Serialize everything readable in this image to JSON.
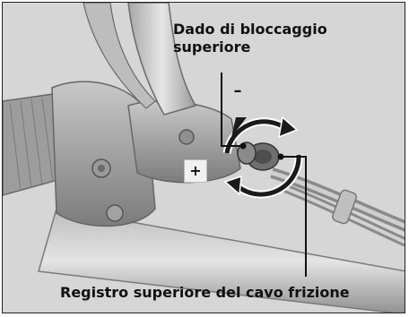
{
  "labels": {
    "top_line1": "Dado di bloccaggio",
    "top_line2": "superiore",
    "bottom": "Registro superiore del cavo frizione",
    "minus_sign": "–",
    "plus_sign": "+"
  },
  "colors": {
    "background": "#d8d8d8",
    "metal_light": "#cfcfcf",
    "metal_mid": "#a9a9a9",
    "metal_dark": "#6e6e6e",
    "ink": "#111111"
  },
  "icons": {
    "rotate_decrease": "counterclockwise-arrow-icon",
    "rotate_increase": "clockwise-arrow-icon"
  }
}
